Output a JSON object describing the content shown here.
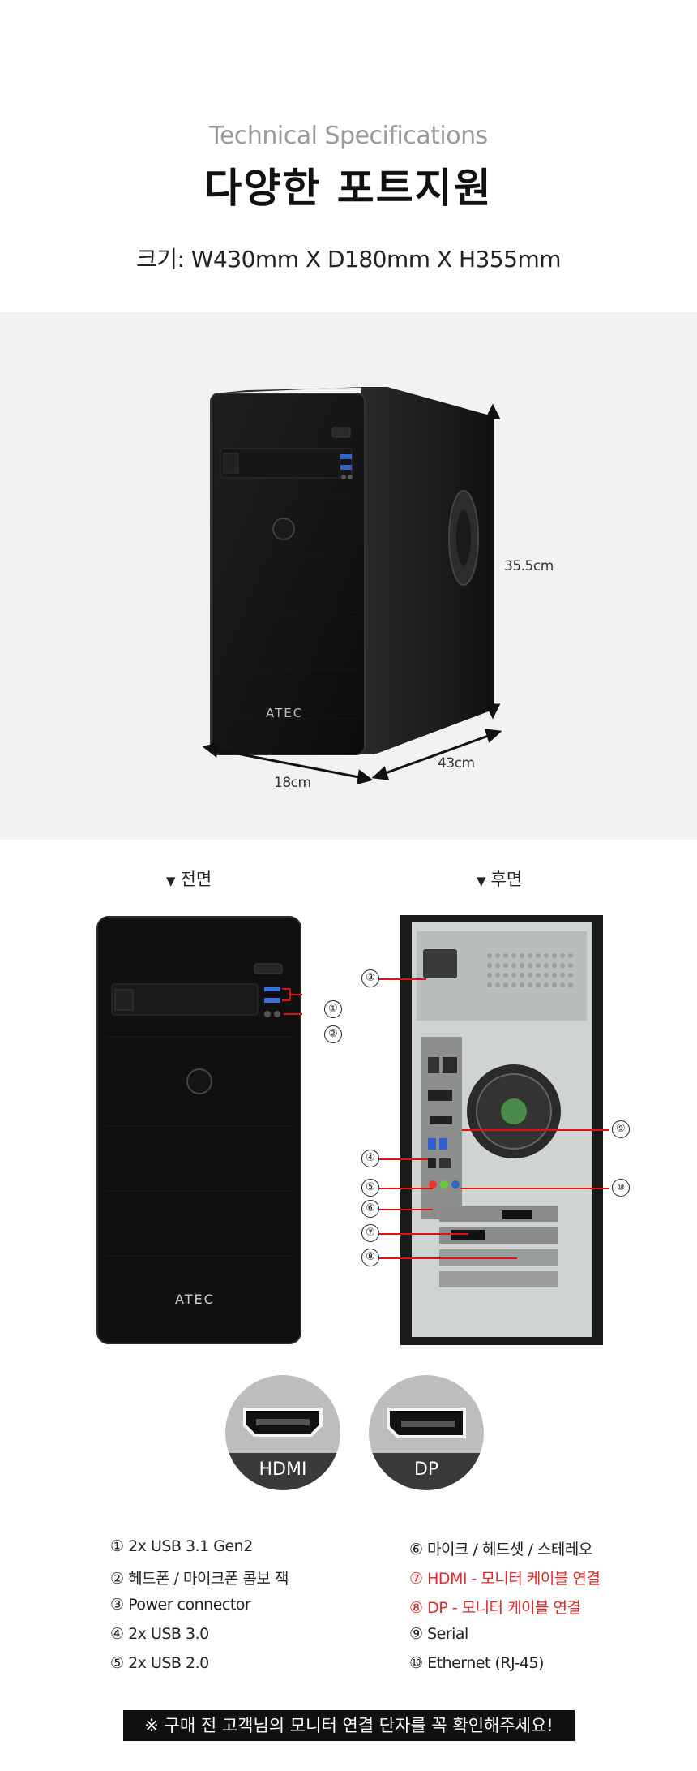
{
  "header": {
    "subtitle": "Technical Specifications",
    "title": "다양한 포트지원",
    "size": "크기: W430mm X D180mm X H355mm"
  },
  "dimensions": {
    "height": "35.5cm",
    "width": "18cm",
    "depth": "43cm"
  },
  "brand": {
    "logo": "ATEC"
  },
  "views": {
    "front": "전면",
    "rear": "후면",
    "triangle_icon": "triangle-down-icon"
  },
  "callout_numbers": {
    "n1": "①",
    "n2": "②",
    "n3": "③",
    "n4": "④",
    "n5": "⑤",
    "n6": "⑥",
    "n7": "⑦",
    "n8": "⑧",
    "n9": "⑨",
    "n10": "⑩"
  },
  "ports": [
    {
      "name": "HDMI"
    },
    {
      "name": "DP"
    }
  ],
  "legend": {
    "left": [
      "① 2x USB 3.1 Gen2",
      "② 헤드폰 / 마이크폰 콤보 잭",
      "③ Power connector",
      "④ 2x USB 3.0",
      "⑤ 2x USB 2.0"
    ],
    "right": [
      "⑥ 마이크 / 헤드셋 / 스테레오",
      "⑦ HDMI - 모니터 케이블 연결",
      "⑧ DP - 모니터 케이블 연결",
      "⑨ Serial",
      "⑩ Ethernet (RJ-45)"
    ]
  },
  "notice": "※ 구매 전 고객님의 모니터 연결 단자를 꼭 확인해주세요!",
  "colors": {
    "band": "#f2f2f2",
    "accent_red": "#e32626",
    "callout_line": "#dd1111",
    "notice_bg": "#111111"
  }
}
